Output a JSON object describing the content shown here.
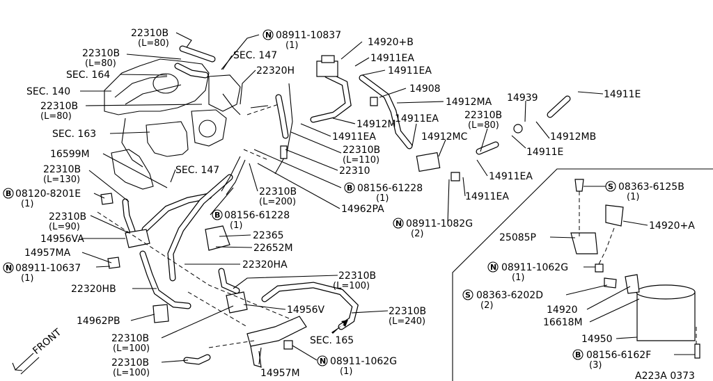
{
  "labels": {
    "l1": "22310B",
    "l1b": "(L=80)",
    "l2": "08911-10837",
    "l2b": "(1)",
    "l3": "14920+B",
    "l4": "22310B",
    "l4b": "(L=80)",
    "l5": "SEC. 147",
    "l6": "14911EA",
    "l7": "SEC. 164",
    "l8": "22320H",
    "l9": "14911EA",
    "l10": "SEC. 140",
    "l11": "14908",
    "l12": "22310B",
    "l12b": "(L=80)",
    "l13": "14912MA",
    "l14": "14939",
    "l15": "14911E",
    "l16": "14912M",
    "l17": "14911EA",
    "l18": "22310B",
    "l18b": "(L=80)",
    "l19": "SEC. 163",
    "l20": "14911EA",
    "l21": "14912MC",
    "l22": "14912MB",
    "l23": "22310B",
    "l23b": "(L=110)",
    "l24": "16599M",
    "l25": "14911E",
    "l26": "22310",
    "l27": "SEC. 147",
    "l28": "14911EA",
    "l29": "22310B",
    "l29b": "(L=130)",
    "l30": "08156-61228",
    "l30b": "(1)",
    "l31": "08120-8201E",
    "l31b": "(1)",
    "l32": "22310B",
    "l32b": "(L=200)",
    "l33": "14911EA",
    "l34": "14962PA",
    "l35": "08156-61228",
    "l35b": "(1)",
    "l36": "22310B",
    "l36b": "(L=90)",
    "l37": "08911-1082G",
    "l37b": "(2)",
    "l38": "22365",
    "l39": "14956VA",
    "l40": "22652M",
    "l41": "14957MA",
    "l42": "22320HA",
    "l43": "08911-10637",
    "l43b": "(1)",
    "l44": "22310B",
    "l44b": "(L=100)",
    "l45": "22320HB",
    "l46": "14956V",
    "l47": "22310B",
    "l47b": "(L=240)",
    "l48": "14962PB",
    "l49": "SEC. 165",
    "l50": "22310B",
    "l50b": "(L=100)",
    "l51": "08911-1062G",
    "l51b": "(1)",
    "l52": "22310B",
    "l52b": "(L=100)",
    "l53": "14957M",
    "l54": "FRONT",
    "r1": "08363-6125B",
    "r1b": "(1)",
    "r2": "14920+A",
    "r3": "25085P",
    "r4": "08911-1062G",
    "r4b": "(1)",
    "r5": "08363-6202D",
    "r5b": "(2)",
    "r6": "14920",
    "r7": "16618M",
    "r8": "14950",
    "r9": "08156-6162F",
    "r9b": "(3)",
    "code": "A223A 0373"
  },
  "symbols": {
    "N": "N",
    "B": "B",
    "S": "S"
  }
}
